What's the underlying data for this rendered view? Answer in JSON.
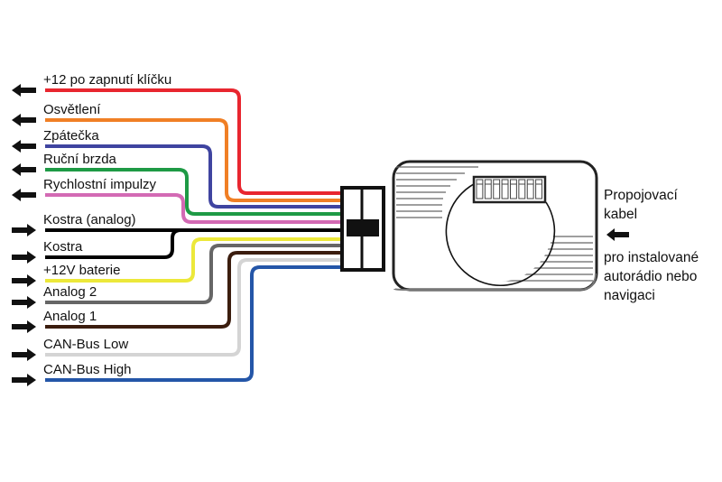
{
  "title": "Wiring diagram",
  "outputs": [
    {
      "label": "+12 po zapnutí klíčku",
      "color": "#e8262f",
      "direction": "out"
    },
    {
      "label": "Osvětlení",
      "color": "#f07f25",
      "direction": "out"
    },
    {
      "label": "Zpátečka",
      "color": "#3f44a0",
      "direction": "out"
    },
    {
      "label": "Ruční brzda",
      "color": "#1e9a45",
      "direction": "out"
    },
    {
      "label": "Rychlostní impulzy",
      "color": "#d36ab4",
      "direction": "out"
    }
  ],
  "inputs": [
    {
      "label": "Kostra (analog)",
      "color": "#000000",
      "direction": "in"
    },
    {
      "label": "Kostra",
      "color": "#000000",
      "direction": "in"
    },
    {
      "label": "+12V baterie",
      "color": "#ece83a",
      "direction": "in"
    },
    {
      "label": "Analog 2",
      "color": "#666666",
      "direction": "in"
    },
    {
      "label": "Analog 1",
      "color": "#3b1d0e",
      "direction": "in"
    },
    {
      "label": "CAN-Bus Low",
      "color": "#d4d4d4",
      "direction": "in"
    },
    {
      "label": "CAN-Bus High",
      "color": "#2456a8",
      "direction": "in"
    }
  ],
  "device": {
    "name": "interface-module",
    "dip_switch_count": 8
  },
  "side_note": {
    "line1": "Propojovací",
    "line2": "kabel",
    "line3": "pro instalované",
    "line4": "autorádio nebo",
    "line5": "navigaci"
  }
}
